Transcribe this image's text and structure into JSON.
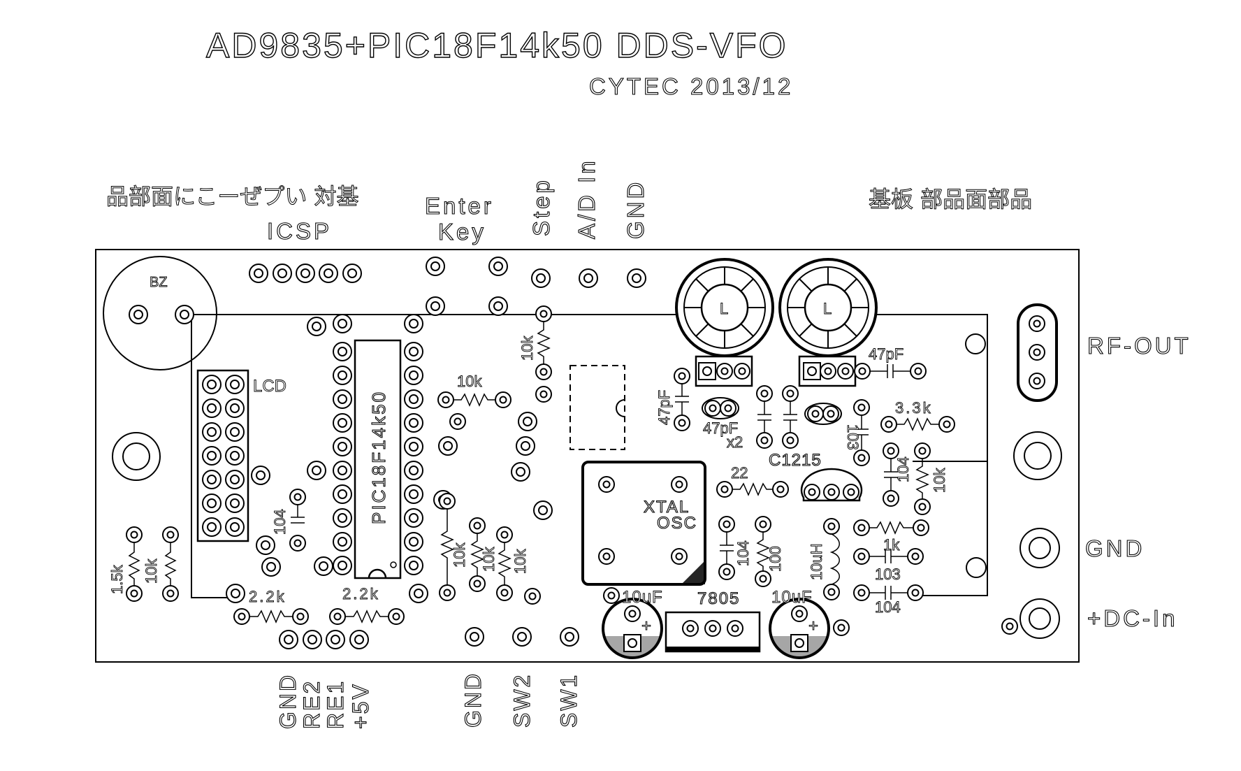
{
  "title": {
    "main": "AD9835+PIC18F14k50 DDS-VFO",
    "sub": "CYTEC  2013/12"
  },
  "notes": {
    "left": "品部面にこーぜプい 対基",
    "right": "基板  部品面部品"
  },
  "headers": {
    "icsp": "ICSP",
    "enter": "Enter",
    "key": "Key",
    "step": "Step",
    "ad_in": "A/D In",
    "gnd": "GND"
  },
  "side_labels": {
    "rf_out": "RF-OUT",
    "gnd": "GND",
    "dc_in": "+DC-In"
  },
  "bottom_labels": [
    "GND",
    "RE2",
    "RE1",
    "+5V",
    "GND",
    "SW2",
    "SW1"
  ],
  "parts": {
    "bz": "BZ",
    "lcd": "LCD",
    "mcu": "PIC18F14k50",
    "xtal": "XTAL",
    "osc": "OSC",
    "reg": "7805",
    "coil": "L"
  },
  "values": {
    "r_1_5k": "1.5k",
    "r_10k": "10k",
    "c_104": "104",
    "r_2_2k": "2.2k",
    "c_47pf": "47pF",
    "x2": "x2",
    "c1215": "C1215",
    "r_22": "22",
    "r_3_3k": "3.3k",
    "c_103": "103",
    "r_1k": "1k",
    "r_100": "100",
    "l_10uh": "10uH",
    "cap_10uf": "10uF"
  }
}
